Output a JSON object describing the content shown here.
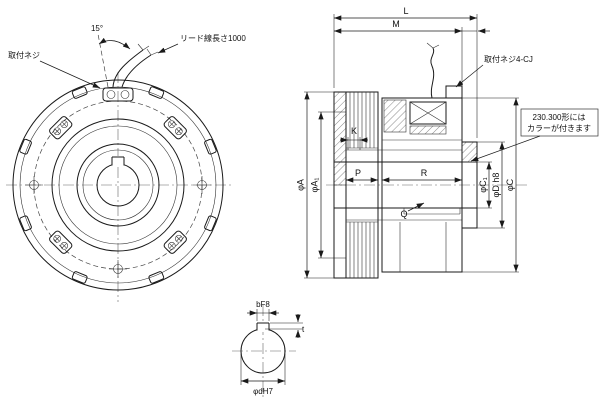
{
  "drawing": {
    "colors": {
      "line": "#1a1a1a",
      "background": "#ffffff"
    },
    "front_view": {
      "angle": "15°",
      "mount_screw": "取付ネジ",
      "lead_wire": "リード線長さ1000"
    },
    "side_view": {
      "dim_L": "L",
      "dim_M": "M",
      "mount_screw": "取付ネジ4-CJ",
      "note_line1": "230.300形には",
      "note_line2": "カラーが付きます",
      "dim_phi_A": "φA",
      "dim_phi_A1": "φA₁",
      "dim_phi_C1": "φC₁",
      "dim_phi_D": "φD h8",
      "dim_phi_C": "φC",
      "dim_K": "K",
      "dim_P": "P",
      "dim_R": "R",
      "dim_Q": "Q"
    },
    "shaft_detail": {
      "dim_b": "bF8",
      "dim_t": "t",
      "dim_d": "φdH7"
    }
  }
}
